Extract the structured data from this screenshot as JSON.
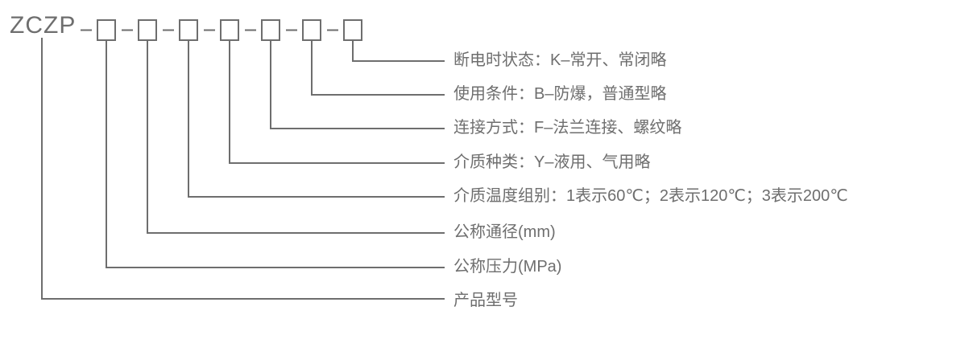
{
  "diagram": {
    "model_prefix": "ZCZP",
    "separator": "–",
    "box_count": 7,
    "colors": {
      "line": "#6e6e6e",
      "text": "#6e6e6e",
      "box_fill": "#ffffff",
      "background": "#ffffff"
    },
    "boxes": [
      {
        "index": 1,
        "value": ""
      },
      {
        "index": 2,
        "value": ""
      },
      {
        "index": 3,
        "value": ""
      },
      {
        "index": 4,
        "value": ""
      },
      {
        "index": 5,
        "value": ""
      },
      {
        "index": 6,
        "value": ""
      },
      {
        "index": 7,
        "value": ""
      }
    ],
    "legend": [
      {
        "id": "power-off-state",
        "text": "断电时状态：K–常开、常闭略"
      },
      {
        "id": "usage-condition",
        "text": "使用条件：B–防爆，普通型略"
      },
      {
        "id": "connection-type",
        "text": "连接方式：F–法兰连接、螺纹略"
      },
      {
        "id": "medium-type",
        "text": "介质种类：Y–液用、气用略"
      },
      {
        "id": "medium-temperature",
        "text": "介质温度组别：1表示60℃；2表示120℃；3表示200℃"
      },
      {
        "id": "nominal-diameter",
        "text": "公称通径(mm)"
      },
      {
        "id": "nominal-pressure",
        "text": "公称压力(MPa)"
      },
      {
        "id": "product-model",
        "text": "产品型号"
      }
    ]
  }
}
